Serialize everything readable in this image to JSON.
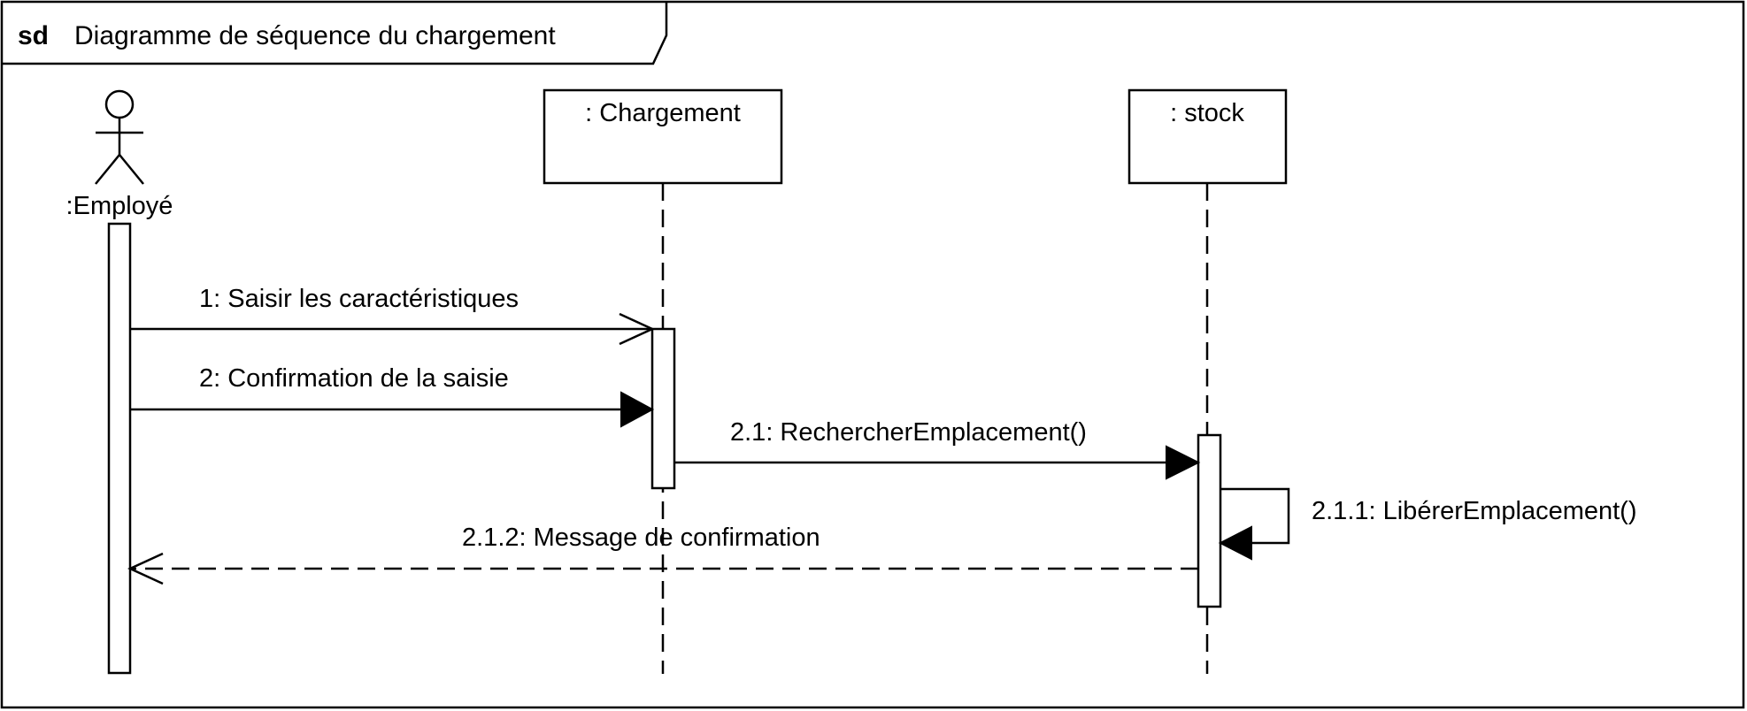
{
  "diagram": {
    "keyword": "sd",
    "title": "Diagramme de séquence du chargement"
  },
  "lifelines": {
    "employe": ":Employé",
    "chargement": ": Chargement",
    "stock": ": stock"
  },
  "messages": {
    "m1": "1: Saisir les caractéristiques",
    "m2": "2: Confirmation de la saisie",
    "m21": "2.1: RechercherEmplacement()",
    "m211": "2.1.1: LibérerEmplacement()",
    "m212": "2.1.2: Message de confirmation"
  }
}
